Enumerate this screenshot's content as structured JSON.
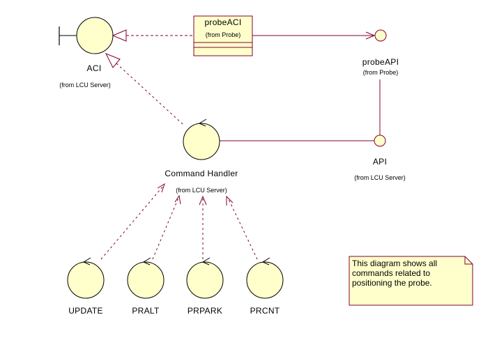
{
  "diagram": {
    "type": "UML class diagram (robustness / analysis)",
    "colors": {
      "line": "#800033",
      "fill": "#ffffcc",
      "outline": "#000000"
    },
    "nodes": {
      "aci": {
        "name": "ACI",
        "package": "(from LCU Server)",
        "kind": "boundary"
      },
      "probe_aci": {
        "name": "probeACI",
        "package": "(from Probe)",
        "kind": "class"
      },
      "probe_api": {
        "name": "probeAPI",
        "package": "(from Probe)",
        "kind": "interface"
      },
      "api": {
        "name": "API",
        "package": "(from LCU Server)",
        "kind": "interface"
      },
      "command_handler": {
        "name": "Command Handler",
        "package": "(from LCU Server)",
        "kind": "control"
      },
      "update": {
        "name": "UPDATE",
        "kind": "control"
      },
      "pralt": {
        "name": "PRALT",
        "kind": "control"
      },
      "prpark": {
        "name": "PRPARK",
        "kind": "control"
      },
      "prcnt": {
        "name": "PRCNT",
        "kind": "control"
      }
    },
    "edges": [
      {
        "from": "probeACI",
        "to": "ACI",
        "type": "realization"
      },
      {
        "from": "Command Handler",
        "to": "ACI",
        "type": "realization"
      },
      {
        "from": "probeACI",
        "to": "probeAPI",
        "type": "association"
      },
      {
        "from": "probeAPI",
        "to": "API",
        "type": "association"
      },
      {
        "from": "Command Handler",
        "to": "API",
        "type": "association"
      },
      {
        "from": "UPDATE",
        "to": "Command Handler",
        "type": "dependency"
      },
      {
        "from": "PRALT",
        "to": "Command Handler",
        "type": "dependency"
      },
      {
        "from": "PRPARK",
        "to": "Command Handler",
        "type": "dependency"
      },
      {
        "from": "PRCNT",
        "to": "Command Handler",
        "type": "dependency"
      }
    ],
    "note": {
      "lines": [
        "This diagram shows all",
        "commands related to",
        "positioning the probe."
      ]
    }
  }
}
